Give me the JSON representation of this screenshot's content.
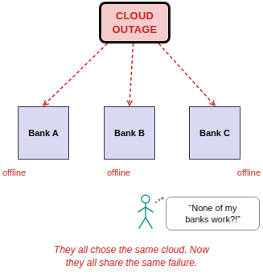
{
  "diagram": {
    "caption": "They all chose the same cloud. Now they all share the same failure.",
    "nodes": [
      {
        "text": [
          "CLOUD OUTAGE"
        ]
      },
      {
        "text": [
          "Bank A"
        ]
      },
      {
        "text": [
          "Bank B"
        ]
      },
      {
        "text": [
          "Bank C"
        ]
      },
      {
        "text": [
          "“None of my banks work?!”"
        ]
      }
    ],
    "edges": [
      {
        "from": 0,
        "to": 1,
        "arrow": "to"
      },
      {
        "from": 0,
        "to": 2,
        "arrow": "to"
      },
      {
        "from": 0,
        "to": 3,
        "arrow": "to"
      }
    ],
    "labels": [
      "offline",
      "offline",
      "offline"
    ]
  }
}
